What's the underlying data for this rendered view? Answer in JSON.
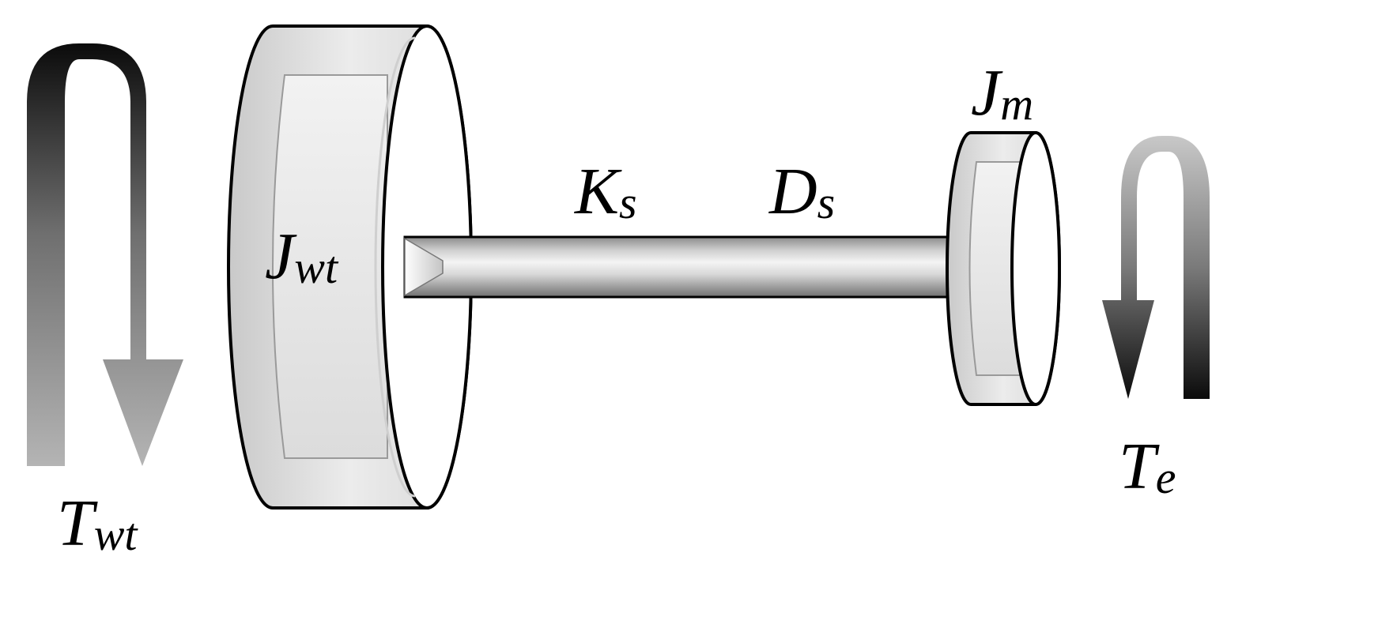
{
  "labels": {
    "turbine_torque": {
      "main": "T",
      "sub": "wt"
    },
    "turbine_inertia": {
      "main": "J",
      "sub": "wt"
    },
    "shaft_stiffness": {
      "main": "K",
      "sub": "s"
    },
    "shaft_damping": {
      "main": "D",
      "sub": "s"
    },
    "generator_inertia": {
      "main": "J",
      "sub": "m"
    },
    "electromagnetic_torque": {
      "main": "T",
      "sub": "e"
    }
  },
  "colors": {
    "disk_face": "#e4e4e4",
    "disk_edge": "#ffffff",
    "outline": "#000000",
    "arrow_dark": "#0a0a0a",
    "arrow_light": "#a8a8a8"
  }
}
